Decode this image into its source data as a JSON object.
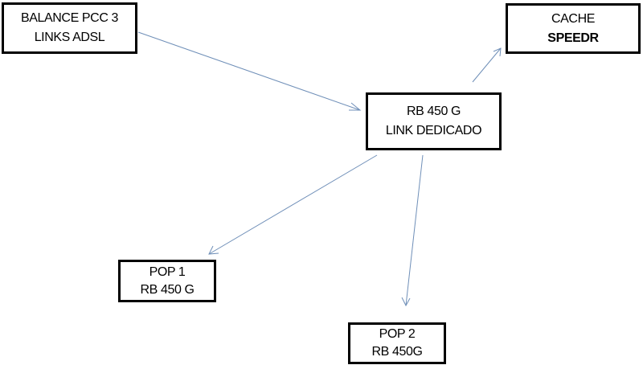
{
  "nodes": {
    "balance": {
      "line1": "BALANCE PCC 3",
      "line2": "LINKS ADSL"
    },
    "cache": {
      "line1": "CACHE",
      "line2": "SPEEDR"
    },
    "rb": {
      "line1": "RB 450 G",
      "line2": "LINK DEDICADO"
    },
    "pop1": {
      "line1": "POP 1",
      "line2": "RB 450 G"
    },
    "pop2": {
      "line1": "POP 2",
      "line2": "RB 450G"
    }
  },
  "edges": [
    {
      "from": "balance",
      "to": "rb"
    },
    {
      "from": "rb",
      "to": "cache"
    },
    {
      "from": "rb",
      "to": "pop1"
    },
    {
      "from": "rb",
      "to": "pop2"
    }
  ],
  "colors": {
    "arrow": "#6f8fb8",
    "border": "#000000"
  }
}
